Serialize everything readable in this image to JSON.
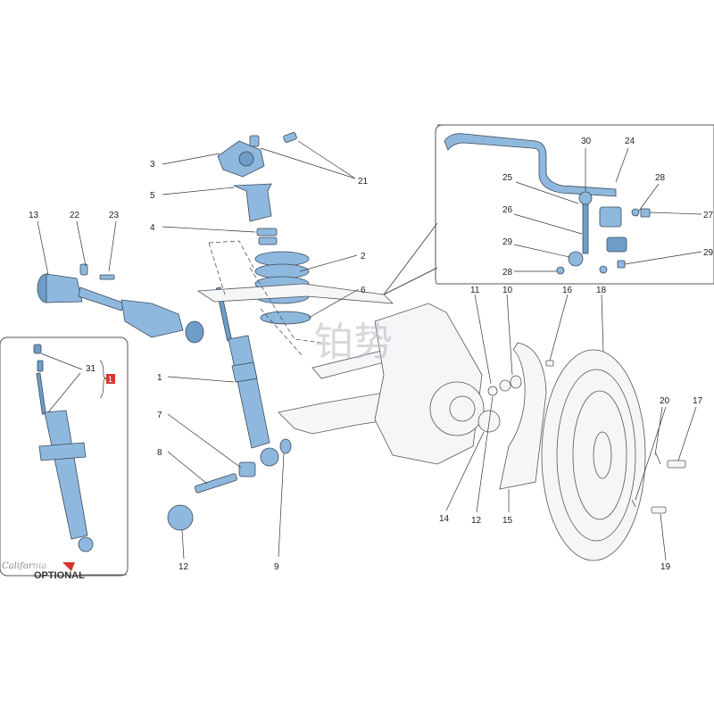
{
  "labels": {
    "l1": "1",
    "l2": "2",
    "l3": "3",
    "l4": "4",
    "l5": "5",
    "l6": "6",
    "l7": "7",
    "l8": "8",
    "l9": "9",
    "l10": "10",
    "l11": "11",
    "l12a": "12",
    "l12b": "12",
    "l13": "13",
    "l14": "14",
    "l15": "15",
    "l16": "16",
    "l17": "17",
    "l18": "18",
    "l19": "19",
    "l20": "20",
    "l21": "21",
    "l22": "22",
    "l23": "23",
    "l24": "24",
    "l25": "25",
    "l26": "26",
    "l27": "27",
    "l28a": "28",
    "l28b": "28",
    "l29a": "29",
    "l29b": "29",
    "l30": "30",
    "l31": "31",
    "l1opt": "1"
  },
  "optional_label": "OPTIONAL",
  "watermark": "铂势",
  "colors": {
    "part": "#8fb8de",
    "part_dark": "#6e9dc8",
    "badge": "#d9342b"
  }
}
